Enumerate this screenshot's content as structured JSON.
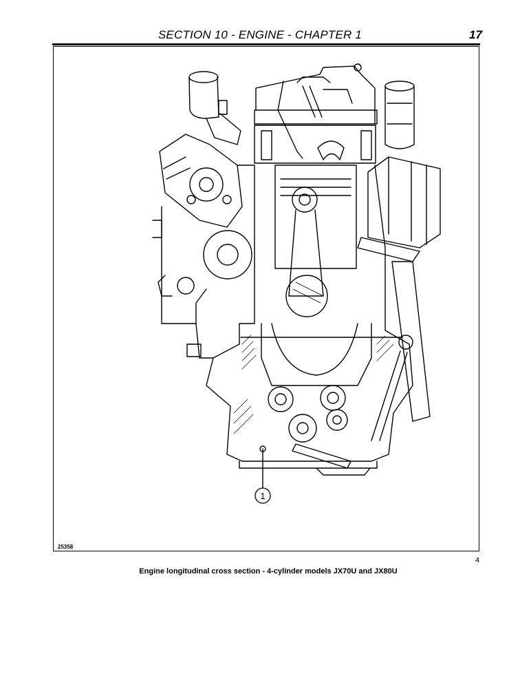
{
  "header": {
    "title": "SECTION 10 - ENGINE - CHAPTER 1",
    "page_number": "17"
  },
  "figure": {
    "code": "25358",
    "index": "4",
    "caption": "Engine longitudinal cross section - 4-cylinder models JX70U and JX80U",
    "callouts": [
      {
        "label": "1"
      }
    ]
  }
}
